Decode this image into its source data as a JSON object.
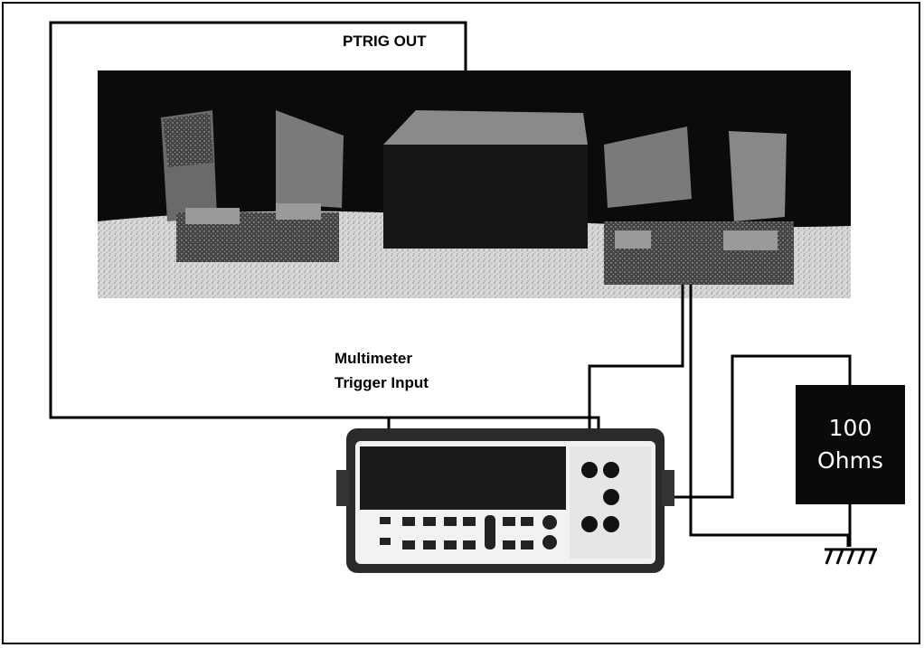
{
  "labels": {
    "ptrig_out": "PTRIG OUT",
    "multimeter_line1": "Multimeter",
    "multimeter_line2": "Trigger Input"
  },
  "resistor": {
    "value": "100",
    "unit": "Ohms"
  },
  "colors": {
    "wire": "#000000",
    "photo_dark": "#0b0b0b",
    "resistor_fill": "#0a0a0a",
    "resistor_text": "#ffffff",
    "multimeter_panel": "#f2f2f2"
  },
  "icons": {
    "ground": "ground-symbol-icon",
    "multimeter": "digital-multimeter-icon",
    "photo": "instrument-setup-photo"
  }
}
